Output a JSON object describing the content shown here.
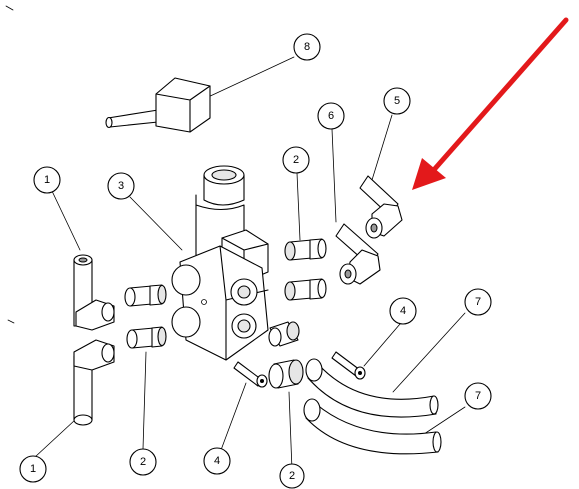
{
  "diagram": {
    "callouts": [
      {
        "id": "c8",
        "label": "8"
      },
      {
        "id": "c5",
        "label": "5"
      },
      {
        "id": "c6",
        "label": "6"
      },
      {
        "id": "c2a",
        "label": "2"
      },
      {
        "id": "c3",
        "label": "3"
      },
      {
        "id": "c1a",
        "label": "1"
      },
      {
        "id": "c4a",
        "label": "4"
      },
      {
        "id": "c7a",
        "label": "7"
      },
      {
        "id": "c7b",
        "label": "7"
      },
      {
        "id": "c1b",
        "label": "1"
      },
      {
        "id": "c2b",
        "label": "2"
      },
      {
        "id": "c4b",
        "label": "4"
      },
      {
        "id": "c2c",
        "label": "2"
      }
    ],
    "colors": {
      "arrow": "#e3191b",
      "line": "#000000"
    }
  }
}
